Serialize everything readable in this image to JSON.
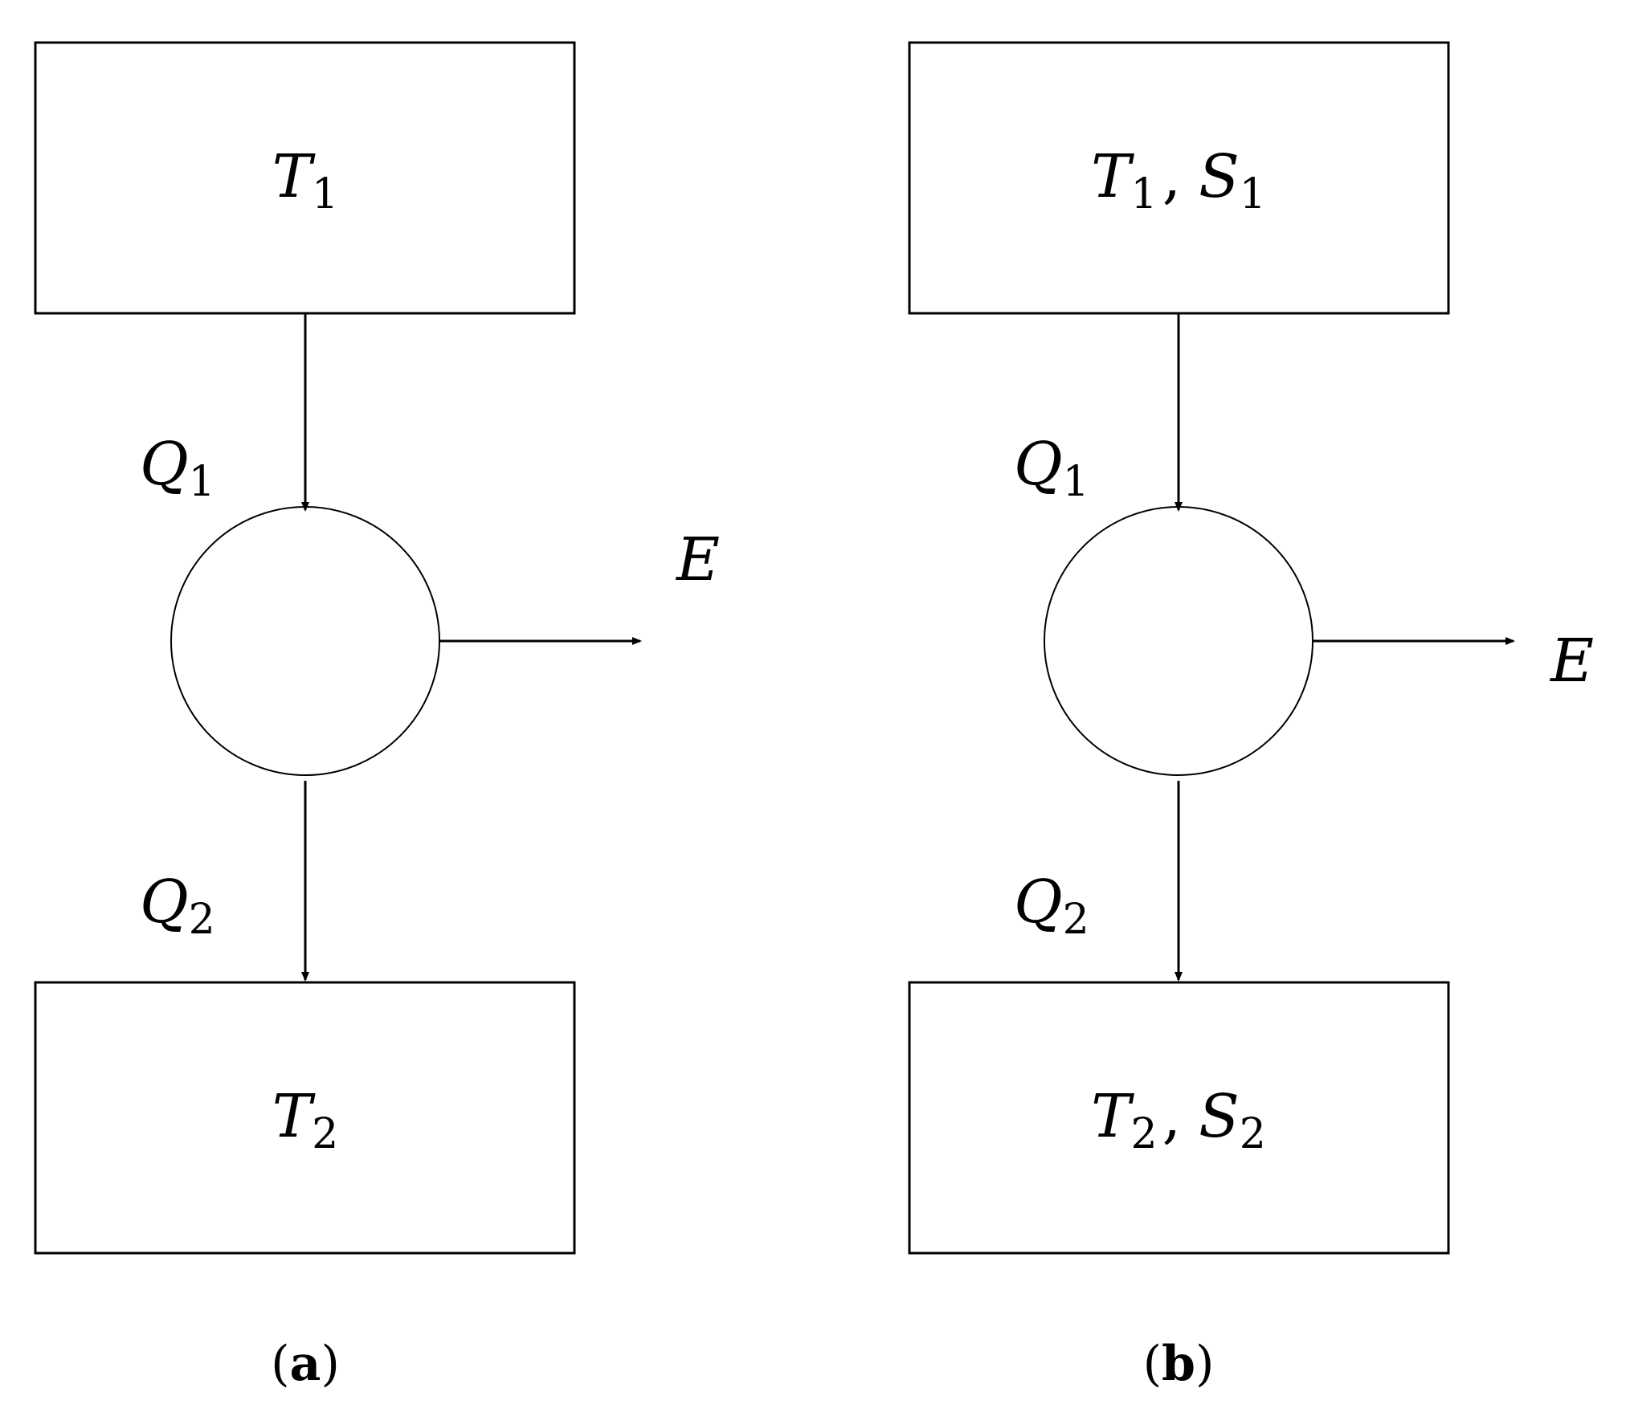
{
  "panel_a": {
    "hot_reservoir": {
      "symbol": "T",
      "sub": "1"
    },
    "cold_reservoir": {
      "symbol": "T",
      "sub": "2"
    },
    "heat_in": {
      "symbol": "Q",
      "sub": "1"
    },
    "heat_out": {
      "symbol": "Q",
      "sub": "2"
    },
    "work": "E",
    "caption": {
      "open": "(",
      "letter": "a",
      "close": ")"
    }
  },
  "panel_b": {
    "hot_reservoir": {
      "t_symbol": "T",
      "t_sub": "1",
      "sep": ",",
      "s_symbol": "S",
      "s_sub": "1"
    },
    "cold_reservoir": {
      "t_symbol": "T",
      "t_sub": "2",
      "sep": ",",
      "s_symbol": "S",
      "s_sub": "2"
    },
    "heat_in": {
      "symbol": "Q",
      "sub": "1"
    },
    "heat_out": {
      "symbol": "Q",
      "sub": "2"
    },
    "work": "E",
    "caption": {
      "open": "(",
      "letter": "b",
      "close": ")"
    }
  }
}
